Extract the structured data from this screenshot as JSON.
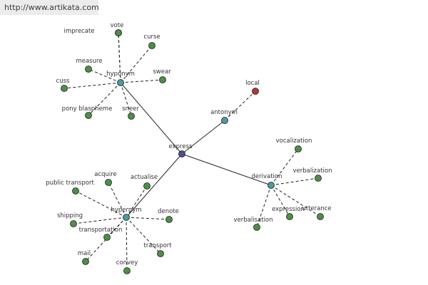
{
  "source_url": "http://www.artikata.com",
  "colors": {
    "center": "#4a4f99",
    "category": "#4c9aa0",
    "leaf": "#4d8f45",
    "antonym_leaf": "#b23737",
    "edge": "#222222"
  },
  "center": {
    "label": "express"
  },
  "categories": [
    {
      "label": "hyponym",
      "leaves": [
        "imprecate",
        "vote",
        "curse",
        "measure",
        "swear",
        "cuss",
        "pony blaspheme",
        "sneer"
      ]
    },
    {
      "label": "antonym",
      "leaves": [
        "local"
      ]
    },
    {
      "label": "derivation",
      "leaves": [
        "vocalization",
        "verbalization",
        "utterance",
        "expression",
        "verbalisation"
      ]
    },
    {
      "label": "hypernym",
      "leaves": [
        "acquire",
        "actualise",
        "public transport",
        "shipping",
        "denote",
        "transportation",
        "transport",
        "mail",
        "convey"
      ]
    }
  ]
}
